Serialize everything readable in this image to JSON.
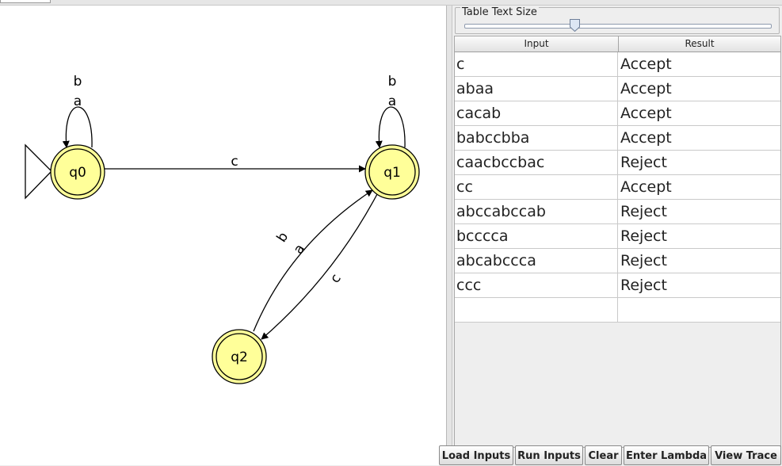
{
  "automaton": {
    "states": [
      {
        "id": "q0",
        "label": "q0",
        "initial": true
      },
      {
        "id": "q1",
        "label": "q1"
      },
      {
        "id": "q2",
        "label": "q2"
      }
    ],
    "transitions": {
      "q0_loop": [
        "b",
        "a"
      ],
      "q1_loop": [
        "b",
        "a"
      ],
      "q0_q1": "c",
      "q2_q1": [
        "b",
        "a"
      ],
      "q1_q2": "c"
    },
    "colors": {
      "state_fill": "#ffff99",
      "state_stroke": "#000000"
    }
  },
  "slider": {
    "title": "Table Text Size",
    "value_fraction": 0.36
  },
  "table": {
    "headers": {
      "input": "Input",
      "result": "Result"
    },
    "rows": [
      {
        "input": "c",
        "result": "Accept"
      },
      {
        "input": "abaa",
        "result": "Accept"
      },
      {
        "input": "cacab",
        "result": "Accept"
      },
      {
        "input": "babccbba",
        "result": "Accept"
      },
      {
        "input": "caacbccbac",
        "result": "Reject"
      },
      {
        "input": "cc",
        "result": "Accept"
      },
      {
        "input": "abccabccab",
        "result": "Reject"
      },
      {
        "input": "bcccca",
        "result": "Reject"
      },
      {
        "input": "abcabccca",
        "result": "Reject"
      },
      {
        "input": "ccc",
        "result": "Reject"
      },
      {
        "input": "",
        "result": ""
      }
    ]
  },
  "buttons": {
    "load_inputs": "Load Inputs",
    "run_inputs": "Run Inputs",
    "clear": "Clear",
    "enter_lambda": "Enter Lambda",
    "view_trace": "View Trace"
  }
}
